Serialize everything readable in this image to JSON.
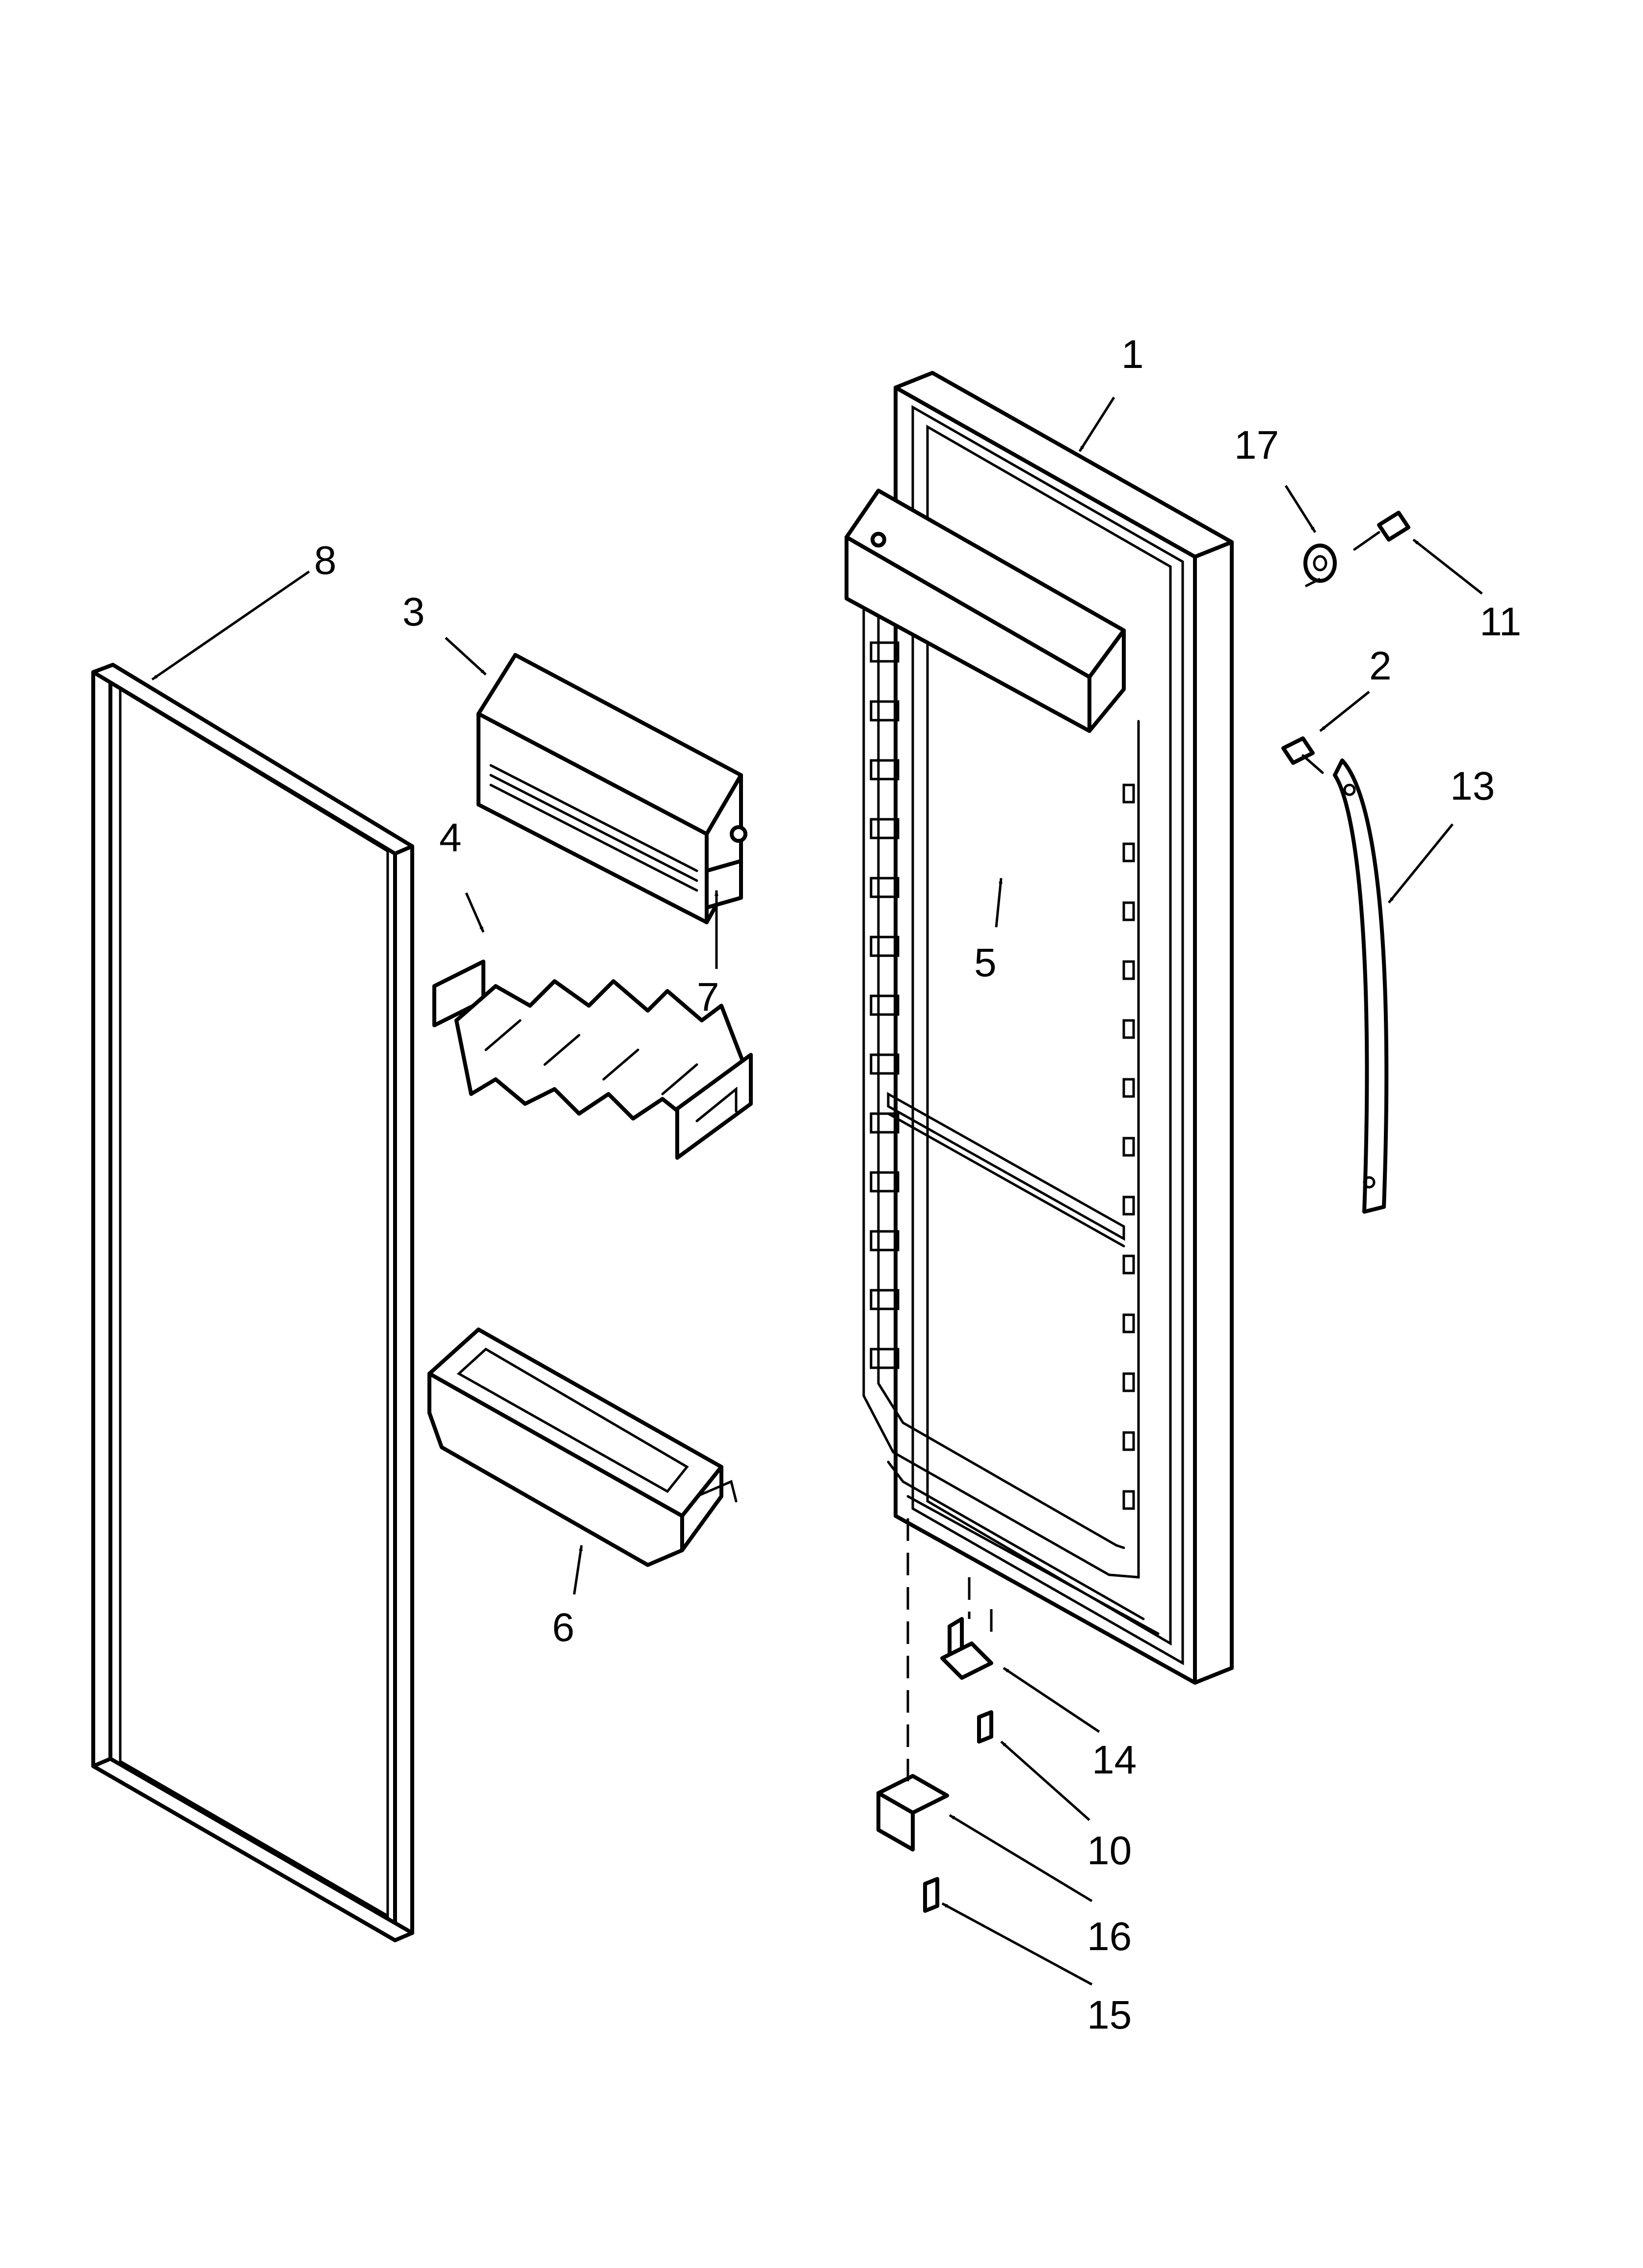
{
  "callouts": {
    "c1": "1",
    "c2": "2",
    "c3": "3",
    "c4": "4",
    "c5": "5",
    "c6": "6",
    "c7": "7",
    "c8": "8",
    "c10": "10",
    "c11": "11",
    "c13": "13",
    "c14": "14",
    "c15": "15",
    "c16": "16",
    "c17": "17"
  }
}
